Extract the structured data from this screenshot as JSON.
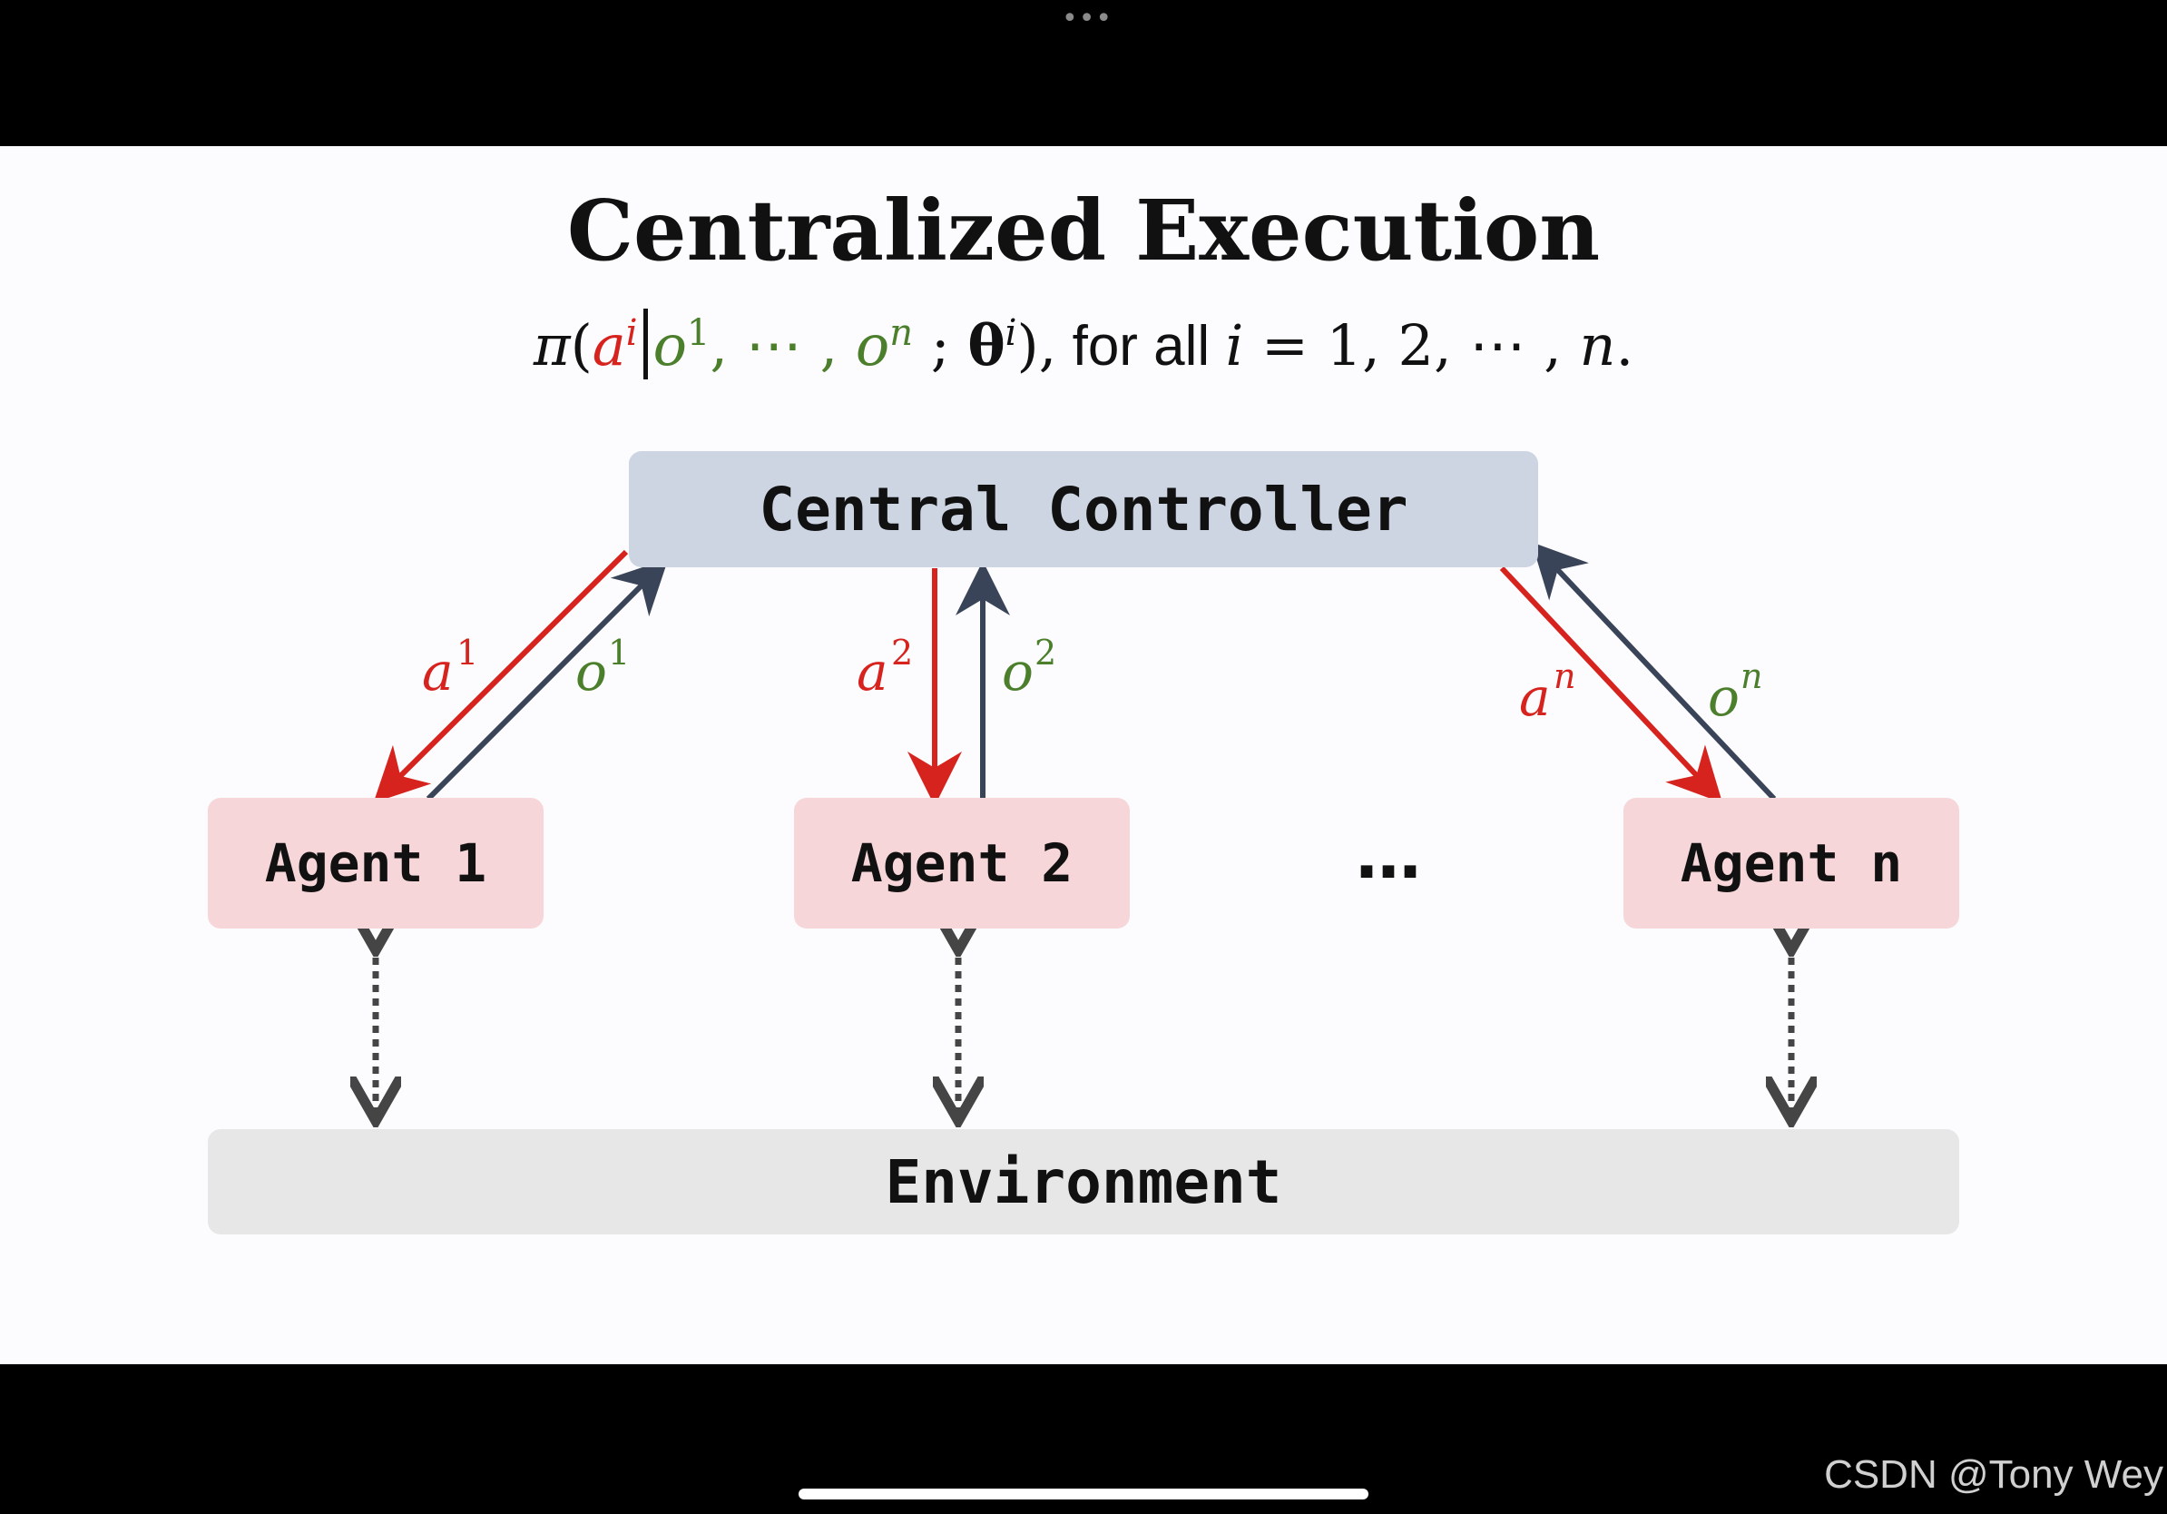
{
  "slide": {
    "title": "Centralized Execution",
    "formula": {
      "pi": "π",
      "open": "(",
      "a": "a",
      "a_sup": "i",
      "o1": "o",
      "o1_sup": "1",
      "sep1": ", ⋯ , ",
      "on": "o",
      "on_sup": "n",
      "semi": " ;",
      "theta": "θ",
      "theta_sup": "i",
      "close": "),",
      "for_all": " for all ",
      "i": "i",
      "eq": " = 1, 2, ⋯ , ",
      "n": "n",
      "end": "."
    },
    "controller": "Central Controller",
    "agents": [
      "Agent 1",
      "Agent 2",
      "Agent n"
    ],
    "ellipsis": "…",
    "environment": "Environment",
    "edge_labels": {
      "a": "a",
      "o": "o",
      "sups": [
        "1",
        "2",
        "n"
      ]
    },
    "colors": {
      "action": "#d6231e",
      "observation_arrow": "#3a4459",
      "observation_label": "#4b7f2c",
      "controller_box": "#cdd5e3",
      "agent_box": "#f6d6d9",
      "environment_box": "#e7e7e8"
    }
  },
  "chrome": {
    "top_dots": "•••",
    "watermark": "CSDN @Tony Wey"
  }
}
